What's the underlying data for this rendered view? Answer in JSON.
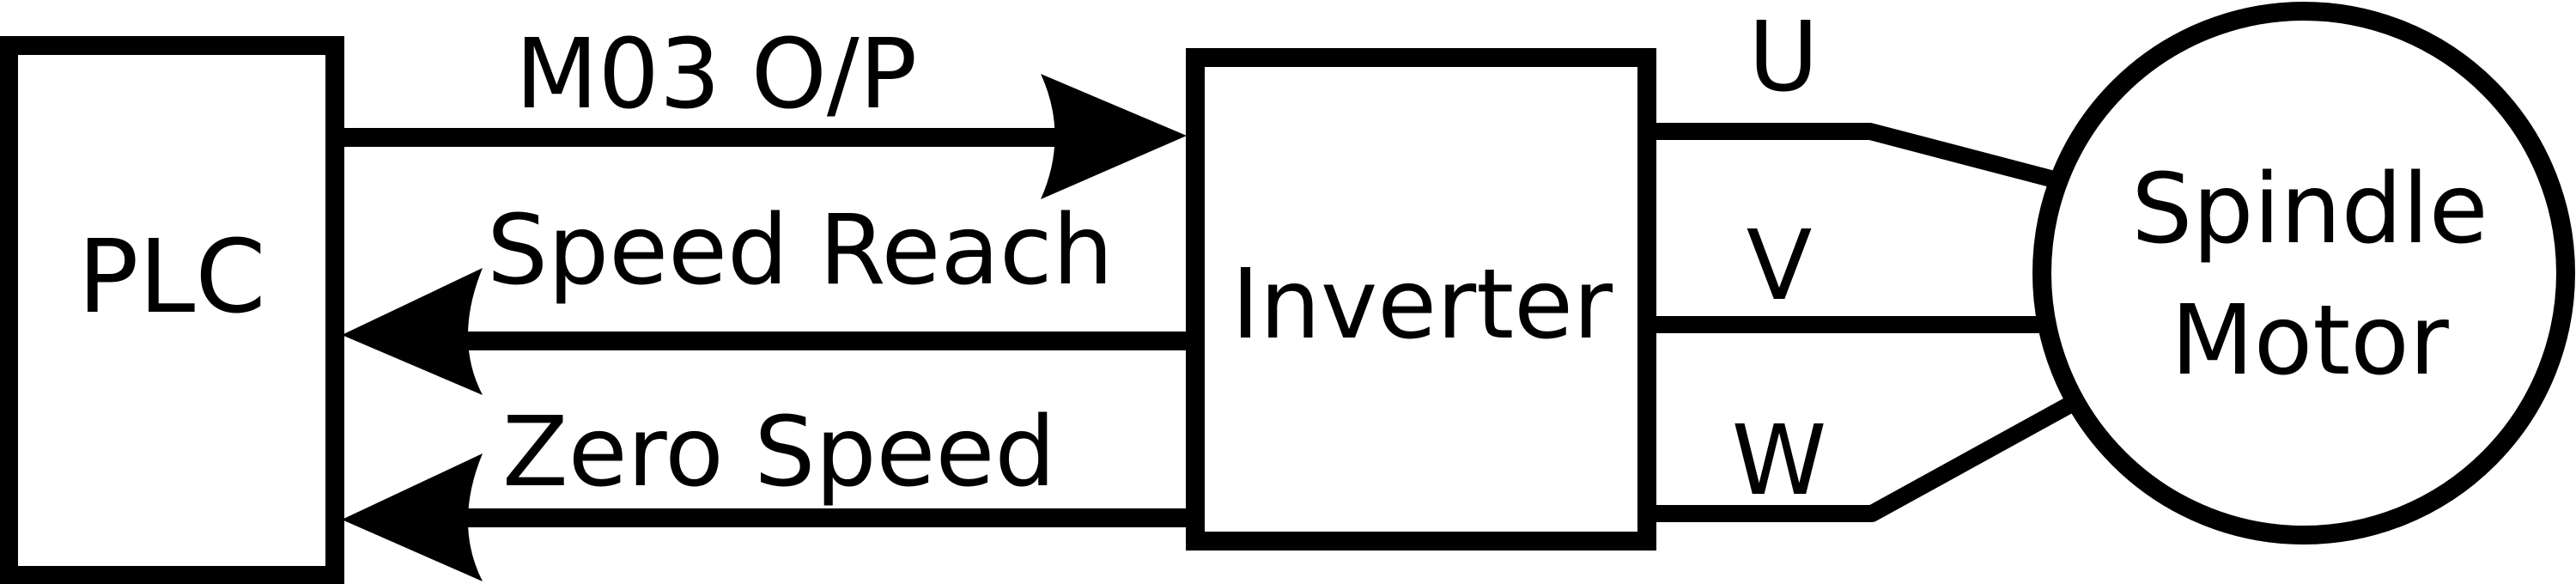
{
  "diagram": {
    "colors": {
      "stroke": "#000000",
      "background": "#ffffff"
    },
    "blocks": {
      "plc": "PLC",
      "inverter": "Inverter",
      "motor_line1": "Spindle",
      "motor_line2": "Motor"
    },
    "signals": {
      "m03": "M03 O/P",
      "speed_reach": "Speed Reach",
      "zero_speed": "Zero Speed"
    },
    "phases": {
      "u": "U",
      "v": "V",
      "w": "W"
    }
  }
}
